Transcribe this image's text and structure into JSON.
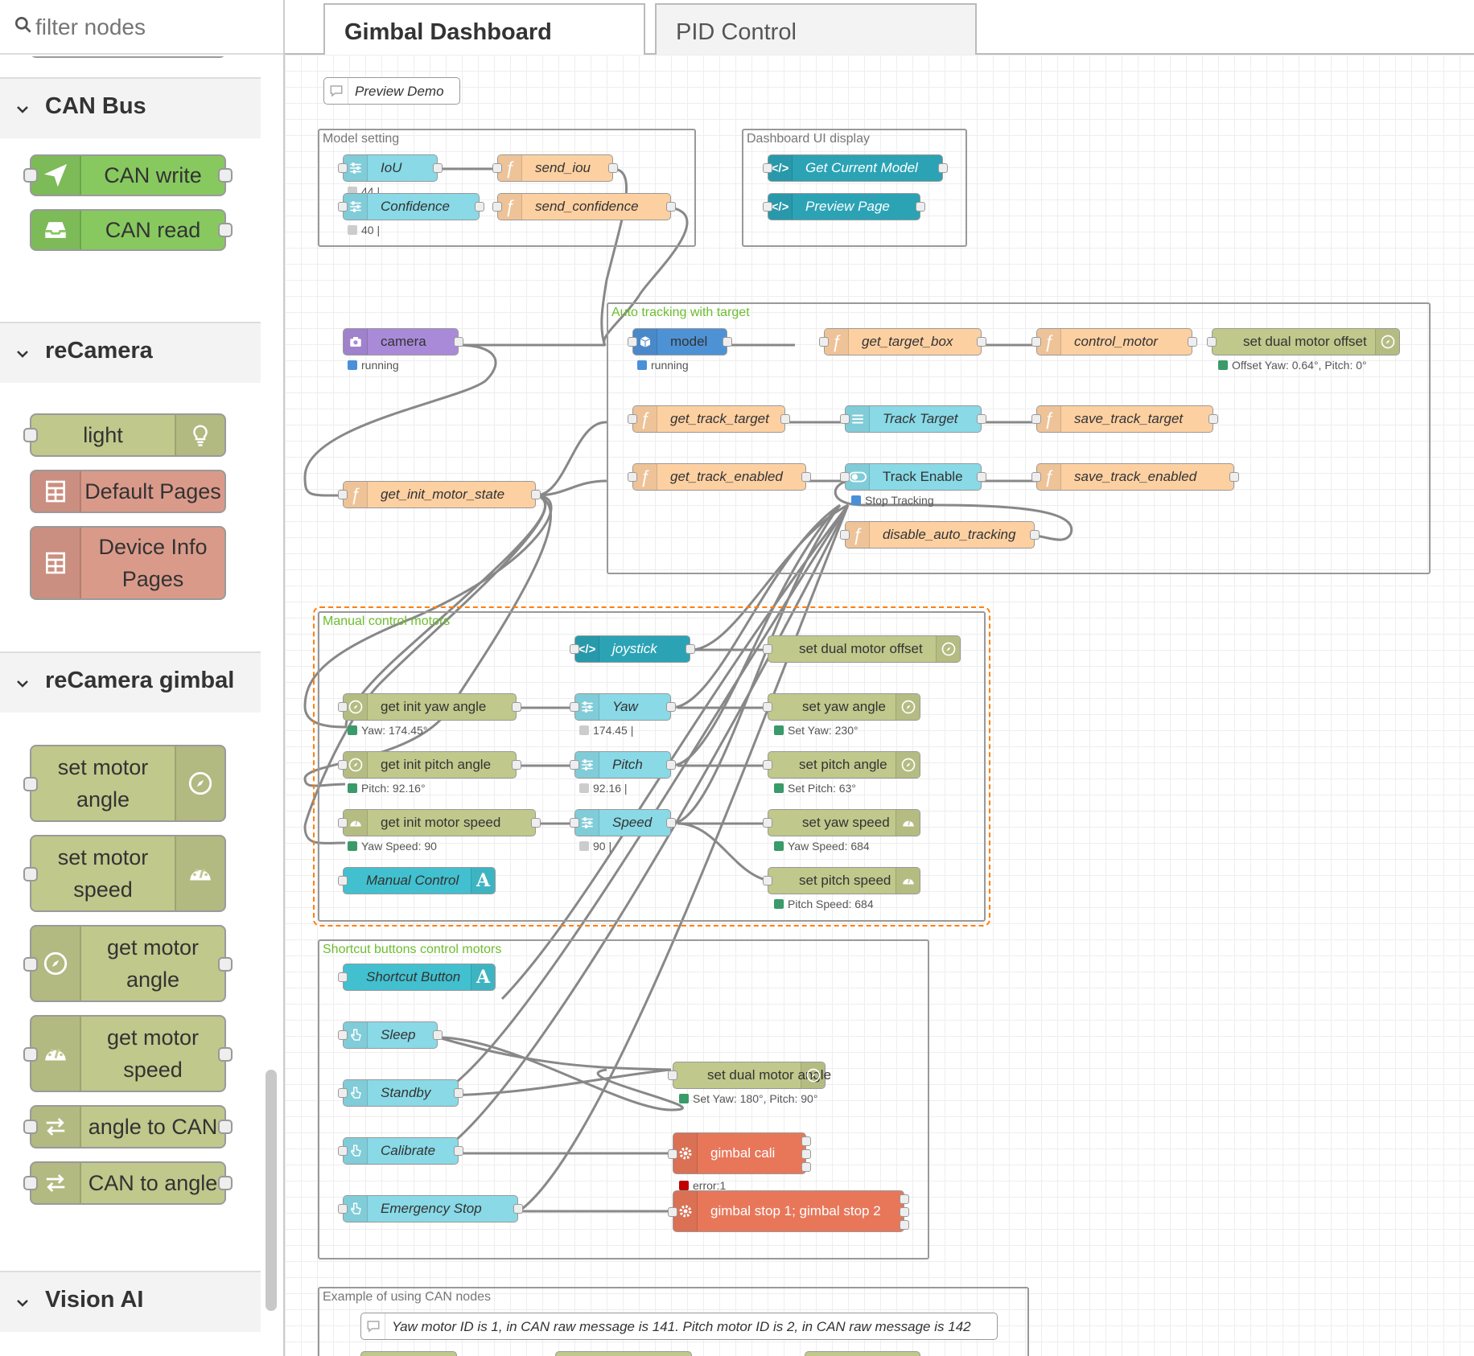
{
  "palette": {
    "filter_placeholder": "filter nodes",
    "categories": [
      {
        "label": "CAN Bus",
        "items": [
          {
            "label": "CAN write",
            "icon": "paper-plane-icon"
          },
          {
            "label": "CAN read",
            "icon": "inbox-icon"
          }
        ]
      },
      {
        "label": "reCamera",
        "items": [
          {
            "label": "light",
            "icon": "lightbulb-icon"
          },
          {
            "label": "Default Pages",
            "icon": "pages-icon"
          },
          {
            "label": "Device Info Pages",
            "icon": "pages-icon"
          }
        ]
      },
      {
        "label": "reCamera gimbal",
        "items": [
          {
            "label": "set motor angle",
            "icon": "compass-icon"
          },
          {
            "label": "set motor speed",
            "icon": "gauge-icon"
          },
          {
            "label": "get motor angle",
            "icon": "compass-icon"
          },
          {
            "label": "get motor speed",
            "icon": "gauge-icon"
          },
          {
            "label": "angle to CAN",
            "icon": "swap-arrows-icon"
          },
          {
            "label": "CAN to angle",
            "icon": "swap-arrows-icon"
          }
        ]
      },
      {
        "label": "Vision AI",
        "items": []
      }
    ]
  },
  "tabs": [
    {
      "label": "Gimbal Dashboard",
      "active": true
    },
    {
      "label": "PID Control",
      "active": false
    }
  ],
  "colors": {
    "green": "#a6bbcf",
    "can": "#87c95f",
    "gimbal": "#c0c88b",
    "default_pages": "#da9a8a",
    "function": "#fdd0a2",
    "ui_slider": "#89d9e6",
    "template": "#2ba3b5",
    "camera": "#a98ad9",
    "model": "#4e92d6",
    "exec": "#e8775a",
    "comment": "#ffffff"
  },
  "flow": {
    "preview_comment": "Preview Demo",
    "groups": {
      "model_setting": "Model setting",
      "dashboard_ui": "Dashboard UI display",
      "auto_tracking": "Auto tracking with target",
      "manual_control": "Manual control motors",
      "shortcut": "Shortcut buttons control motors",
      "can_example": "Example of using CAN nodes"
    },
    "nodes": {
      "iou": "IoU",
      "iou_status": "44 |",
      "send_iou": "send_iou",
      "confidence": "Confidence",
      "confidence_status": "40 |",
      "send_confidence": "send_confidence",
      "get_current_model": "Get Current Model",
      "preview_page": "Preview Page",
      "camera": "camera",
      "camera_status": "running",
      "model": "model",
      "model_status": "running",
      "get_target_box": "get_target_box",
      "control_motor": "control_motor",
      "set_dual_motor_offset": "set dual motor offset",
      "offset_status": "Offset Yaw: 0.64°, Pitch: 0°",
      "get_track_target": "get_track_target",
      "track_target": "Track Target",
      "save_track_target": "save_track_target",
      "get_init_motor_state": "get_init_motor_state",
      "get_track_enabled": "get_track_enabled",
      "track_enable": "Track Enable",
      "track_enable_status": "Stop Tracking",
      "save_track_enabled": "save_track_enabled",
      "disable_auto_tracking": "disable_auto_tracking",
      "joystick": "joystick",
      "set_dual_motor_offset2": "set dual motor offset",
      "get_init_yaw_angle": "get init yaw angle",
      "yaw_status": "Yaw: 174.45°",
      "yaw": "Yaw",
      "yaw_slider_status": "174.45 |",
      "set_yaw_angle": "set yaw angle",
      "set_yaw_status": "Set Yaw: 230°",
      "get_init_pitch_angle": "get init pitch angle",
      "pitch_status": "Pitch: 92.16°",
      "pitch": "Pitch",
      "pitch_slider_status": "92.16 |",
      "set_pitch_angle": "set pitch angle",
      "set_pitch_status": "Set Pitch: 63°",
      "get_init_motor_speed": "get init motor speed",
      "yaw_speed_status": "Yaw Speed: 90",
      "speed": "Speed",
      "speed_slider_status": "90 |",
      "set_yaw_speed": "set yaw speed",
      "set_yaw_speed_status": "Yaw Speed: 684",
      "manual_control": "Manual Control",
      "set_pitch_speed": "set pitch speed",
      "pitch_speed_status": "Pitch Speed: 684",
      "shortcut_button": "Shortcut Button",
      "sleep": "Sleep",
      "standby": "Standby",
      "set_dual_motor_angle": "set dual motor angle",
      "dual_angle_status": "Set Yaw: 180°, Pitch: 90°",
      "calibrate": "Calibrate",
      "gimbal_cali": "gimbal cali",
      "gimbal_cali_status": "error:1",
      "emergency_stop": "Emergency Stop",
      "gimbal_stop": "gimbal stop 1; gimbal stop 2",
      "can_comment": "Yaw motor ID is 1, in CAN raw message is 141. Pitch motor ID is 2, in CAN raw message is 142"
    }
  }
}
